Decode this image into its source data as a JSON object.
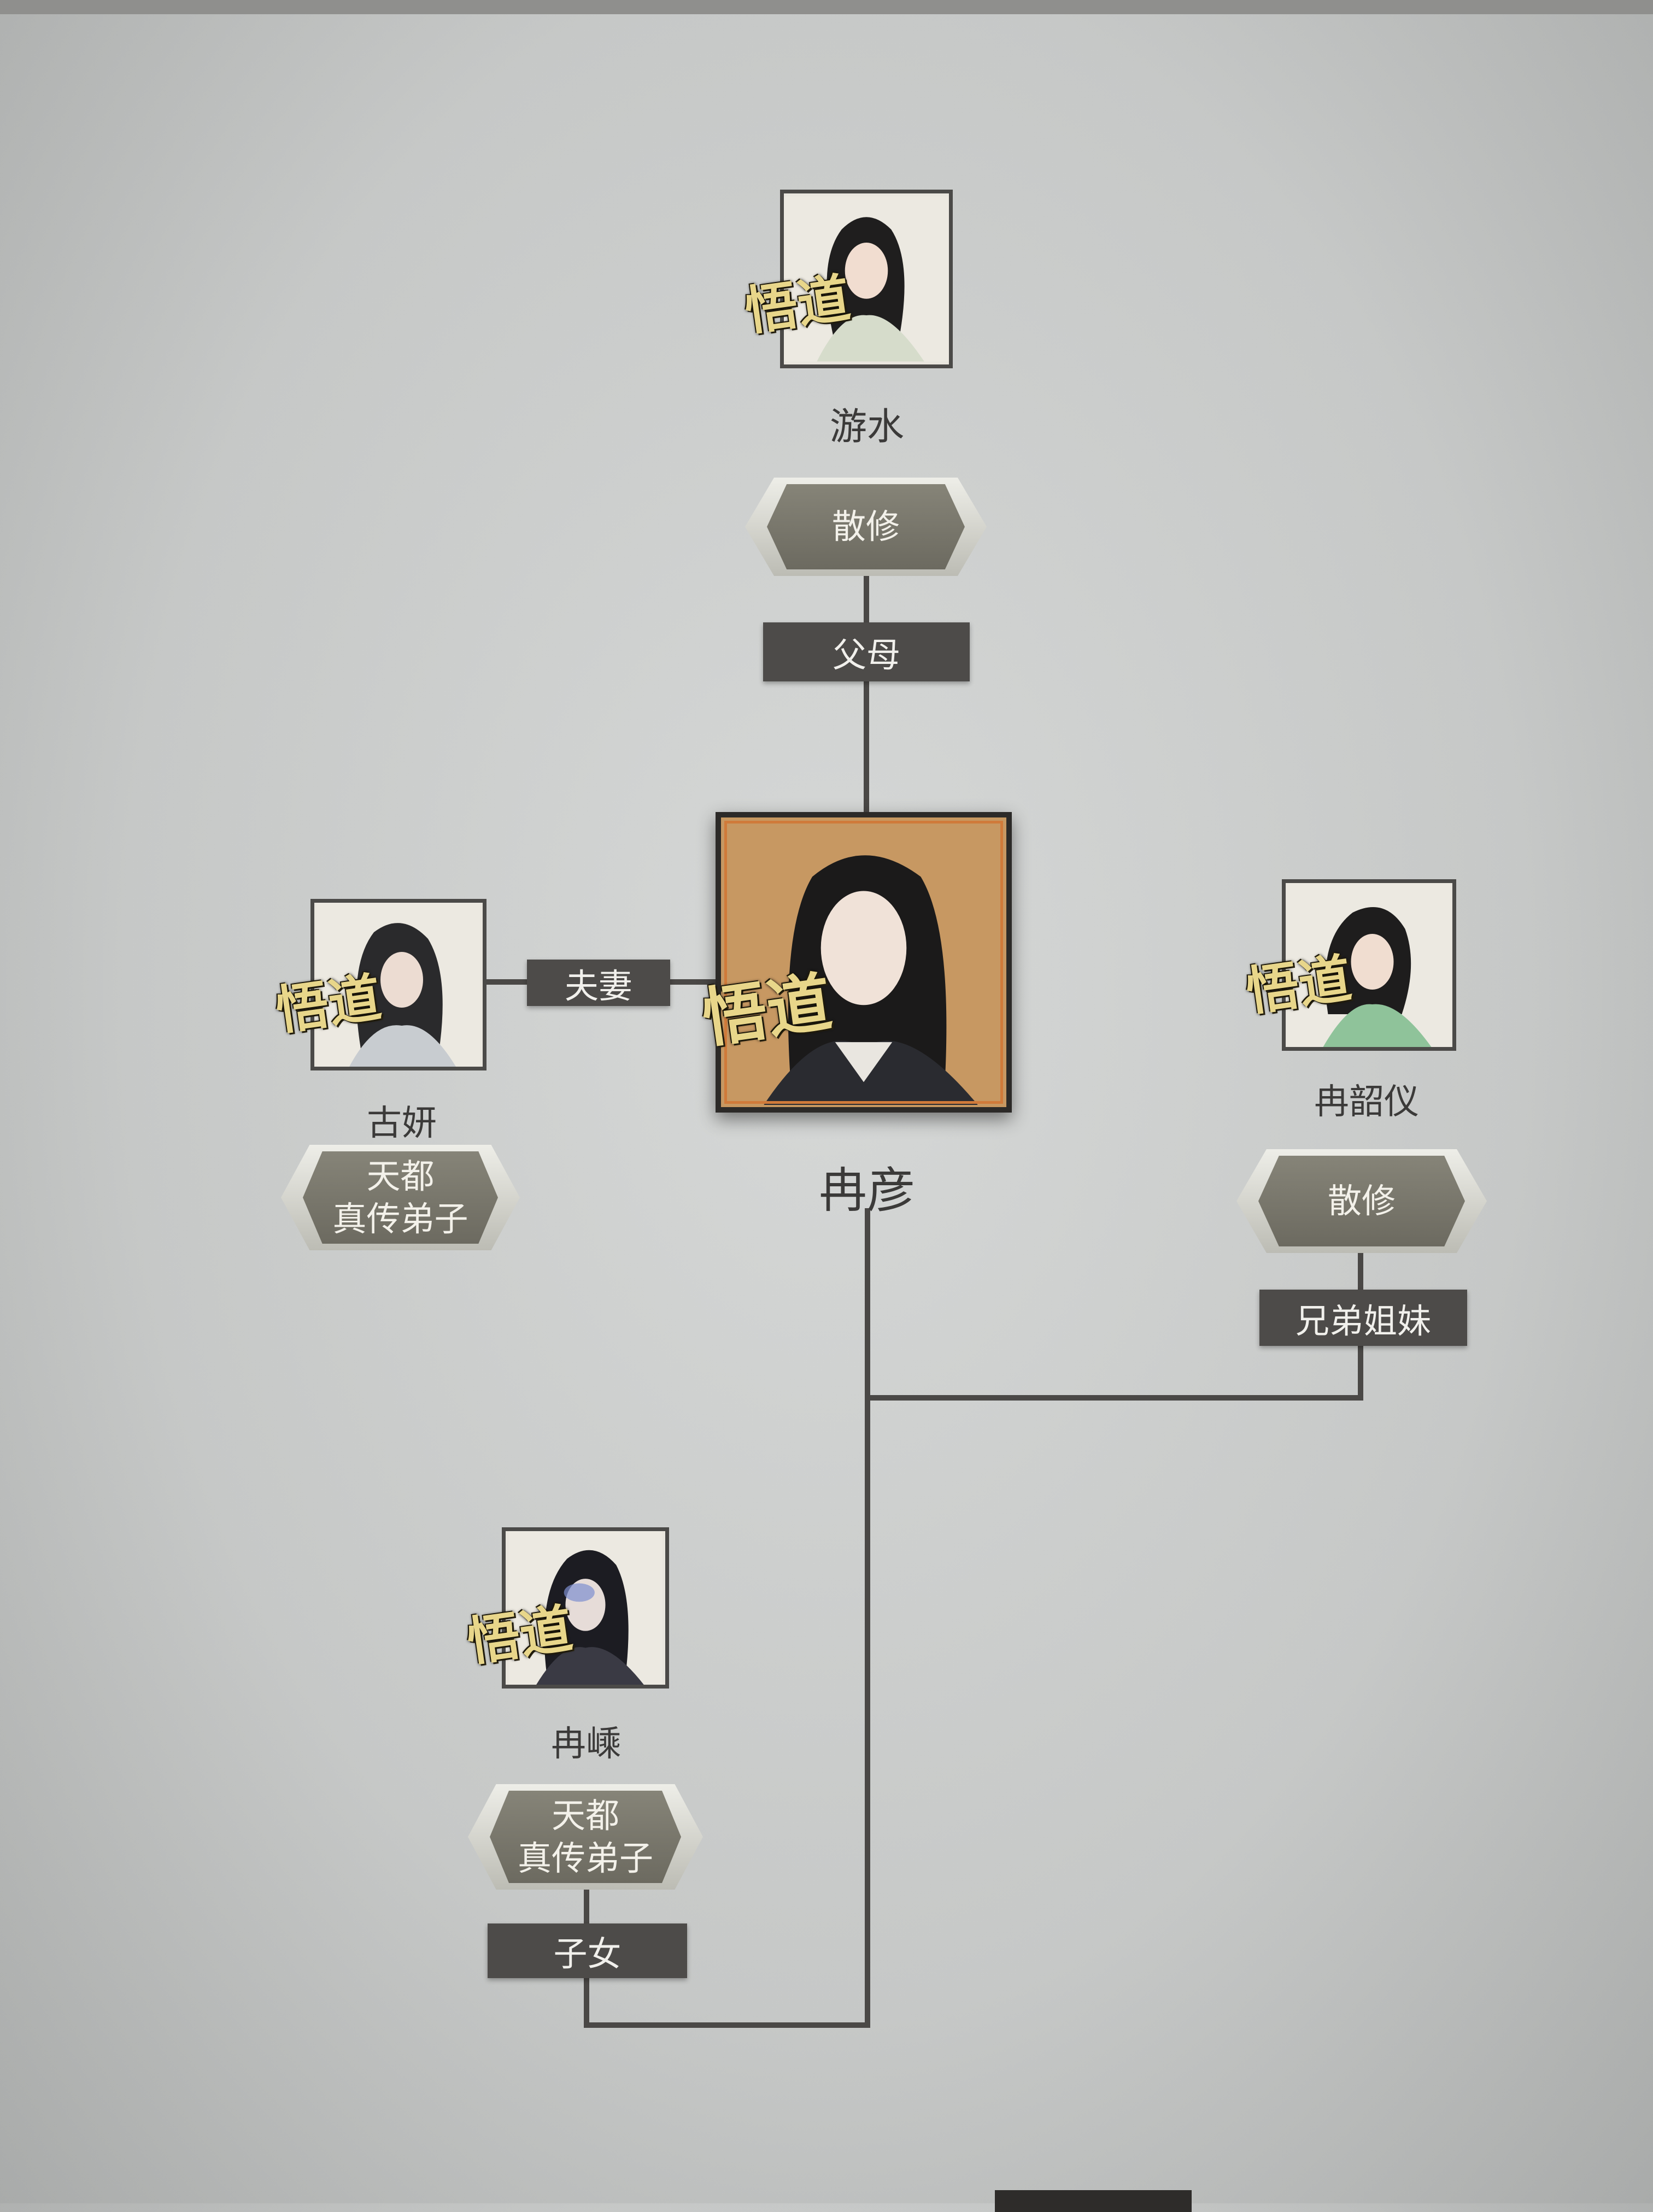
{
  "badge_text": "悟道",
  "center": {
    "name": "冉彦"
  },
  "relations": [
    {
      "name": "游水",
      "faction": [
        "散修"
      ],
      "relation": "父母"
    },
    {
      "name": "古妍",
      "faction": [
        "天都",
        "真传弟子"
      ],
      "relation": "夫妻"
    },
    {
      "name": "冉韶仪",
      "faction": [
        "散修"
      ],
      "relation": "兄弟姐妹"
    },
    {
      "name": "冉嵊",
      "faction": [
        "天都",
        "真传弟子"
      ],
      "relation": "子女"
    }
  ],
  "colors": {
    "frame_accent": "#d07a3a",
    "label_bg": "#4d4b49",
    "wudao_gold": "#e8d68a"
  }
}
